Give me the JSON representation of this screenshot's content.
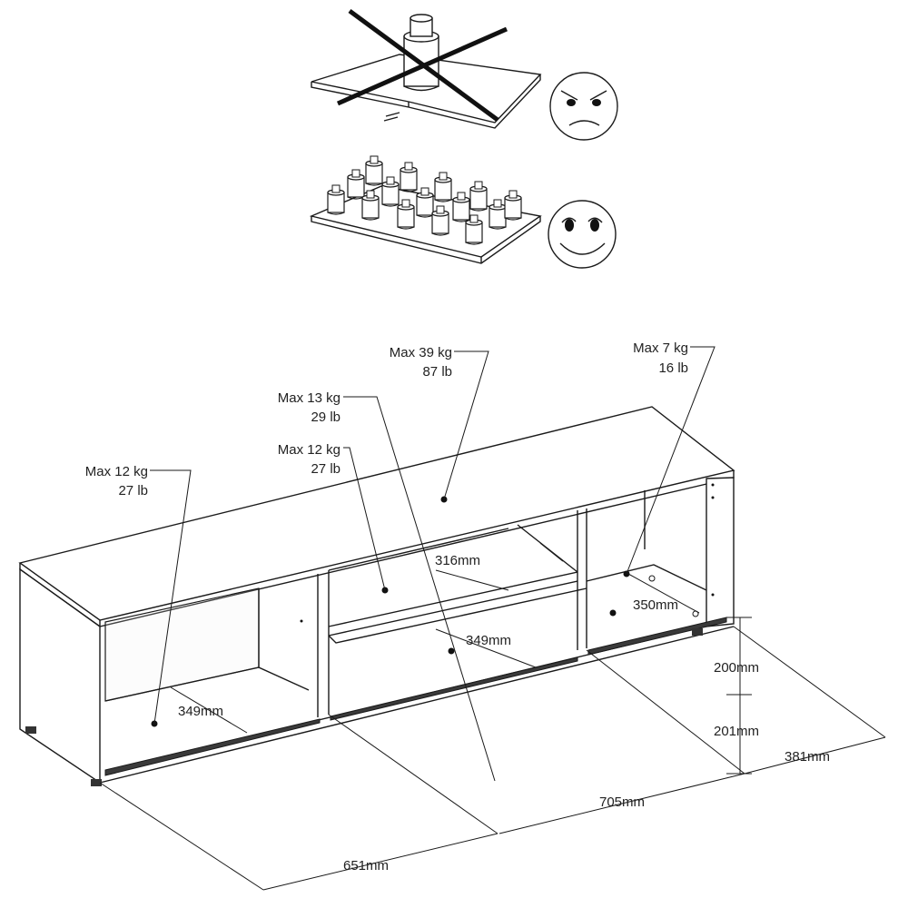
{
  "load_labels": [
    {
      "kg": "Max 39 kg",
      "lb": "87 lb"
    },
    {
      "kg": "Max 7 kg",
      "lb": "16 lb"
    },
    {
      "kg": "Max 13 kg",
      "lb": "29 lb"
    },
    {
      "kg": "Max 12 kg",
      "lb": "27 lb"
    },
    {
      "kg": "Max 12 kg",
      "lb": "27 lb"
    }
  ],
  "dimensions": {
    "shelf_depth_mid_upper": "316mm",
    "shelf_depth_right": "350mm",
    "shelf_depth_mid_lower": "349mm",
    "shelf_depth_left": "349mm",
    "height_upper": "200mm",
    "height_lower": "201mm",
    "depth": "381mm",
    "width_right": "705mm",
    "width_left": "651mm"
  },
  "icons": [
    "concentrated-load-prohibited-icon",
    "angry-face-icon",
    "distributed-load-allowed-icon",
    "happy-face-icon"
  ]
}
